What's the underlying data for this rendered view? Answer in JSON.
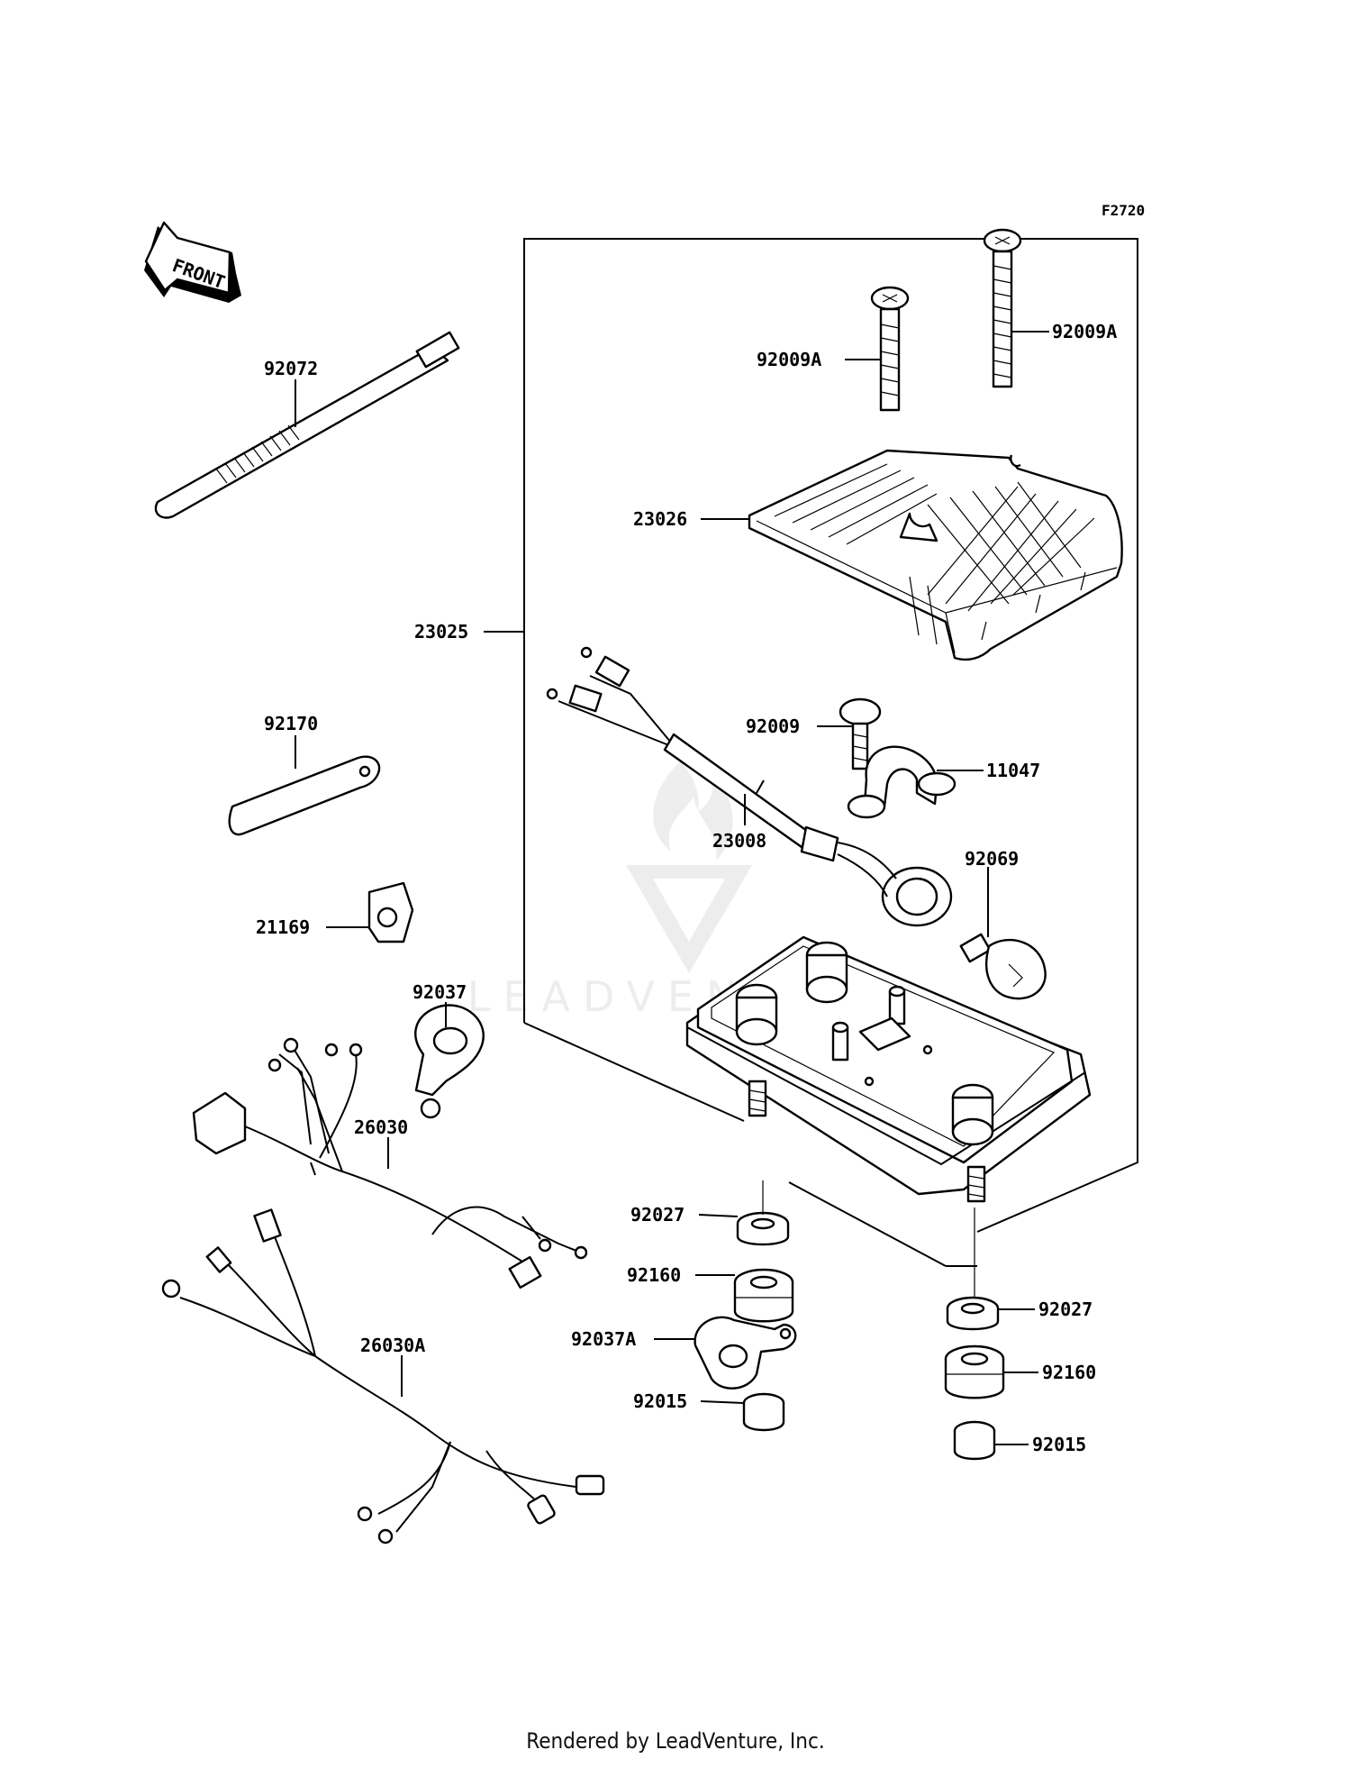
{
  "figure_code": "F2720",
  "front_indicator": "FRONT",
  "footer": "Rendered by LeadVenture, Inc.",
  "watermark": "LEADVENTURE",
  "callouts": {
    "c92072": "92072",
    "c92170": "92170",
    "c21169": "21169",
    "c92037": "92037",
    "c26030": "26030",
    "c26030A": "26030A",
    "c23025": "23025",
    "c92009A_l": "92009A",
    "c92009A_r": "92009A",
    "c23026": "23026",
    "c92009": "92009",
    "c11047": "11047",
    "c23008": "23008",
    "c92069": "92069",
    "c92027_l": "92027",
    "c92160_l": "92160",
    "c92037A": "92037A",
    "c92015_l": "92015",
    "c92027_r": "92027",
    "c92160_r": "92160",
    "c92015_r": "92015"
  }
}
